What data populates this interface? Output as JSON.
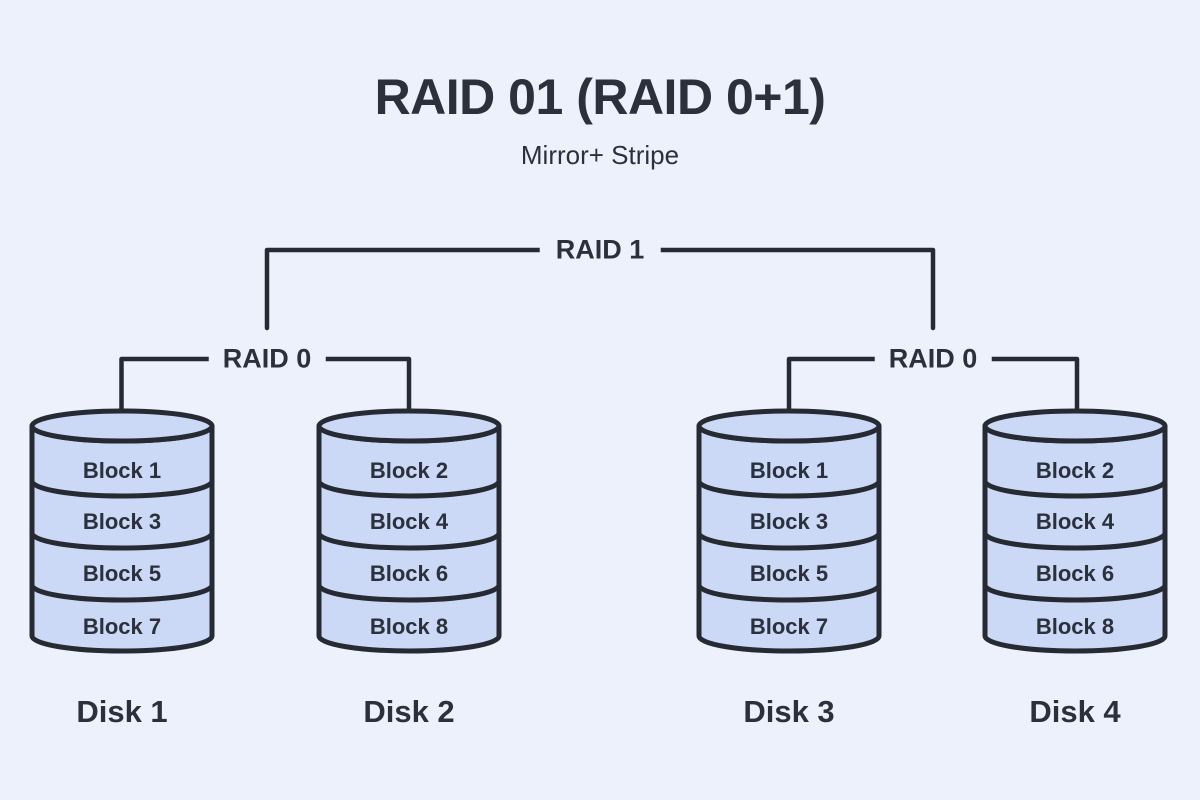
{
  "title": "RAID 01 (RAID 0+1)",
  "subtitle": "Mirror+ Stripe",
  "tree": {
    "root_label": "RAID 1",
    "groups": [
      {
        "label": "RAID 0"
      },
      {
        "label": "RAID 0"
      }
    ]
  },
  "disks": [
    {
      "name": "Disk 1",
      "blocks": [
        "Block 1",
        "Block 3",
        "Block 5",
        "Block 7"
      ]
    },
    {
      "name": "Disk 2",
      "blocks": [
        "Block 2",
        "Block 4",
        "Block 6",
        "Block 8"
      ]
    },
    {
      "name": "Disk 3",
      "blocks": [
        "Block 1",
        "Block 3",
        "Block 5",
        "Block 7"
      ]
    },
    {
      "name": "Disk 4",
      "blocks": [
        "Block 2",
        "Block 4",
        "Block 6",
        "Block 8"
      ]
    }
  ],
  "colors": {
    "bg": "#edf1fc",
    "fill": "#cbd8f6",
    "line": "#252a33",
    "text": "#2b313c"
  }
}
